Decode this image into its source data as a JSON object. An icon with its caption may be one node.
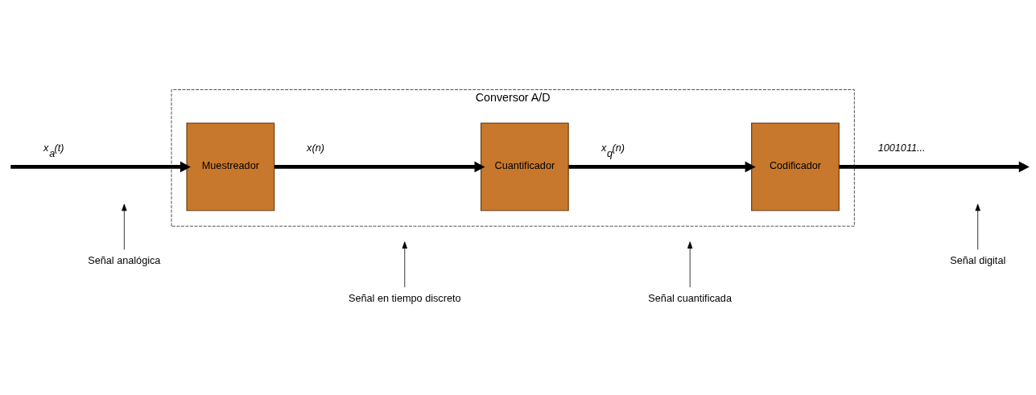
{
  "diagram": {
    "nodes": [
      {
        "text": [
          "Conversor A/D"
        ]
      },
      {
        "text": [
          "Muestreador"
        ],
        "in": 0
      },
      {
        "text": [
          "Cuantificador"
        ],
        "in": 0
      },
      {
        "text": [
          "Codificador"
        ],
        "in": 0
      },
      {
        "text": [
          "Señal analógica"
        ]
      },
      {
        "text": [
          "Señal en tiempo discreto"
        ]
      },
      {
        "text": [
          "Señal cuantificada"
        ]
      },
      {
        "text": [
          "Señal digital"
        ]
      }
    ],
    "edges": [
      {
        "from": null,
        "to": 1,
        "arrow": "to",
        "label": "x$_{a}$(t)",
        "style": "thick"
      },
      {
        "from": 1,
        "to": 2,
        "arrow": "to",
        "label": "x(n)",
        "style": "thick"
      },
      {
        "from": 2,
        "to": 3,
        "arrow": "to",
        "label": "x$_{q}$(n)",
        "style": "thick"
      },
      {
        "from": 3,
        "to": null,
        "arrow": "to",
        "label": "1001011...",
        "style": "thick"
      },
      {
        "from": 4,
        "to": null,
        "arrow": "to"
      },
      {
        "from": 5,
        "to": null,
        "arrow": "to"
      },
      {
        "from": 6,
        "to": null,
        "arrow": "to"
      },
      {
        "from": 7,
        "to": null,
        "arrow": "to"
      }
    ]
  }
}
